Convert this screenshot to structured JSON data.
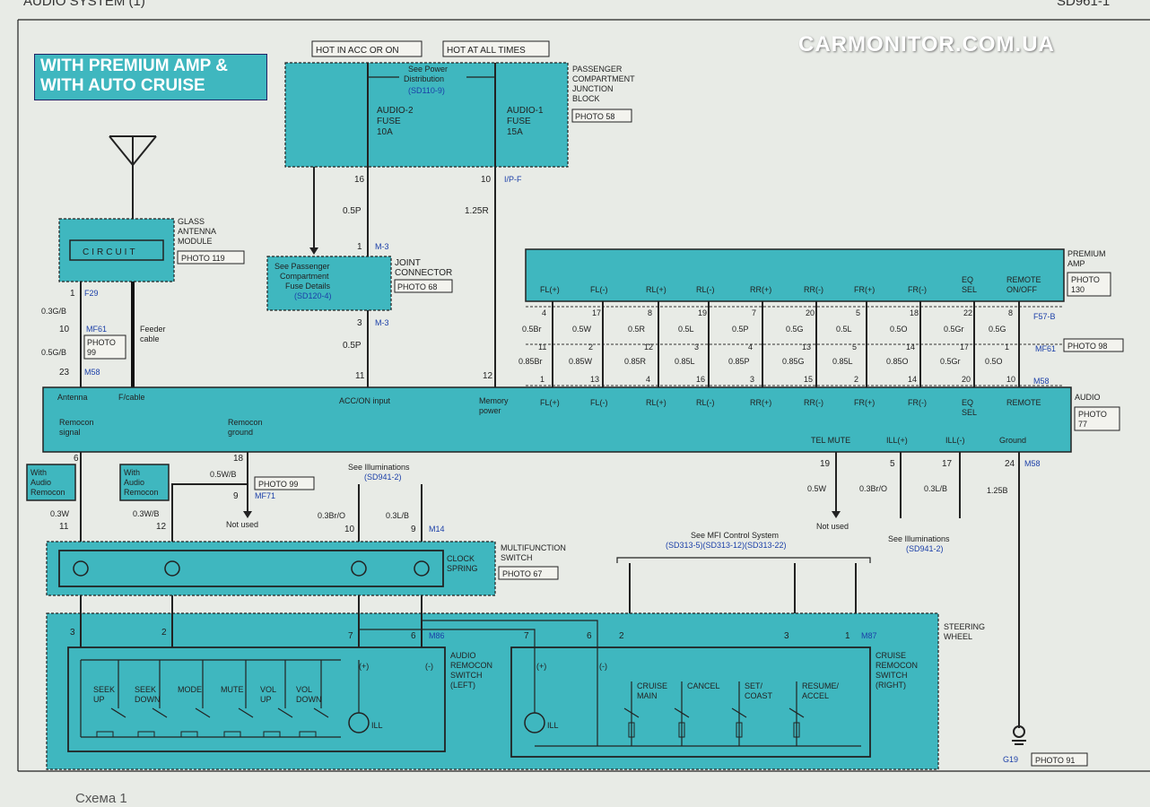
{
  "header": {
    "title": "AUDIO SYSTEM (1)",
    "code": "SD961-1"
  },
  "watermark": "CARMONITOR.COM.UA",
  "caption": "Схема 1",
  "banner": {
    "line1": "WITH PREMIUM AMP &",
    "line2": "WITH AUTO CRUISE"
  },
  "top": {
    "hot_acc": "HOT IN ACC OR ON",
    "hot_all": "HOT AT ALL TIMES",
    "see_power": "See Power",
    "distribution": "Distribution",
    "sd110": "(SD110-9)",
    "fuse2": [
      "AUDIO-2",
      "FUSE",
      "10A"
    ],
    "fuse1": [
      "AUDIO-1",
      "FUSE",
      "15A"
    ],
    "pjb": [
      "PASSENGER",
      "COMPARTMENT",
      "JUNCTION",
      "BLOCK"
    ],
    "photo58": "PHOTO 58"
  },
  "antenna": {
    "module": [
      "GLASS",
      "ANTENNA",
      "MODULE"
    ],
    "circuit": "CIRCUIT",
    "photo119": "PHOTO 119",
    "feeder": [
      "Feeder",
      "cable"
    ],
    "pin1": "1",
    "f29": "F29",
    "w1": "0.3G/B",
    "pin10": "10",
    "mf61": "MF61",
    "photo99": [
      "PHOTO",
      "99"
    ],
    "w2": "0.5G/B",
    "pin23": "23",
    "m58": "M58"
  },
  "joint": {
    "fuse_details": [
      "See Passenger",
      "Compartment",
      "Fuse Details",
      "(SD120-4)"
    ],
    "name": [
      "JOINT",
      "CONNECTOR"
    ],
    "photo68": "PHOTO 68",
    "p16": "16",
    "w05p": "0.5P",
    "p1": "1",
    "m3": "M-3",
    "p3": "3",
    "m3b": "M-3",
    "w05p2": "0.5P",
    "p11": "11",
    "p10": "10",
    "ipf": "I/P-F",
    "w125r": "1.25R",
    "p12": "12"
  },
  "amp": {
    "name": [
      "PREMIUM",
      "AMP"
    ],
    "photo": [
      "PHOTO",
      "130"
    ],
    "channels": [
      {
        "label": "FL(+)",
        "pin_top": "4",
        "wire1": "0.5Br",
        "pin_mid": "11",
        "wire2": "0.85Br",
        "pin_bot": "1"
      },
      {
        "label": "FL(-)",
        "pin_top": "17",
        "wire1": "0.5W",
        "pin_mid": "2",
        "wire2": "0.85W",
        "pin_bot": "13"
      },
      {
        "label": "RL(+)",
        "pin_top": "8",
        "wire1": "0.5R",
        "pin_mid": "12",
        "wire2": "0.85R",
        "pin_bot": "4"
      },
      {
        "label": "RL(-)",
        "pin_top": "19",
        "wire1": "0.5L",
        "pin_mid": "3",
        "wire2": "0.85L",
        "pin_bot": "16"
      },
      {
        "label": "RR(+)",
        "pin_top": "7",
        "wire1": "0.5P",
        "pin_mid": "4",
        "wire2": "0.85P",
        "pin_bot": "3"
      },
      {
        "label": "RR(-)",
        "pin_top": "20",
        "wire1": "0.5G",
        "pin_mid": "13",
        "wire2": "0.85G",
        "pin_bot": "15"
      },
      {
        "label": "FR(+)",
        "pin_top": "5",
        "wire1": "0.5L",
        "pin_mid": "5",
        "wire2": "0.85L",
        "pin_bot": "2"
      },
      {
        "label": "FR(-)",
        "pin_top": "18",
        "wire1": "0.5O",
        "pin_mid": "14",
        "wire2": "0.85O",
        "pin_bot": "14"
      },
      {
        "label": "EQ SEL",
        "pin_top": "22",
        "wire1": "0.5Gr",
        "pin_mid": "17",
        "wire2": "0.5Gr",
        "pin_bot": "20"
      },
      {
        "label": "REMOTE ON/OFF",
        "pin_top": "8",
        "wire1": "0.5G",
        "pin_mid": "1",
        "wire2": "0.5O",
        "pin_bot": "10"
      }
    ],
    "f57b": "F57-B",
    "mf61": "MF61",
    "photo98": "PHOTO 98",
    "m58": "M58"
  },
  "audio": {
    "name": "AUDIO",
    "photo": [
      "PHOTO",
      "77"
    ],
    "labels": [
      "Antenna",
      "F/cable",
      "ACC/ON input",
      "Memory",
      "power"
    ],
    "remocon_signal": [
      "Remocon",
      "signal"
    ],
    "remocon_ground": [
      "Remocon",
      "ground"
    ],
    "out_labels": [
      "FL(+)",
      "FL(-)",
      "RL(+)",
      "RL(-)",
      "RR(+)",
      "RR(-)",
      "FR(+)",
      "FR(-)",
      "EQ SEL",
      "REMOTE"
    ],
    "tel_mute": "TEL MUTE",
    "ill_plus": "ILL(+)",
    "ill_minus": "ILL(-)",
    "ground": "Ground"
  },
  "lower": {
    "with_audio1": [
      "With",
      "Audio",
      "Remocon"
    ],
    "with_audio2": [
      "With",
      "Audio",
      "Remocon"
    ],
    "p6": "6",
    "w03w": "0.3W",
    "p11": "11",
    "w03wb": "0.3W/B",
    "p12": "12",
    "p18": "18",
    "w05wb": "0.5W/B",
    "photo99": "PHOTO 99",
    "p9": "9",
    "mf71": "MF71",
    "not_used": "Not used",
    "see_ill": "See Illuminations",
    "sd941": "(SD941-2)",
    "w03br": "0.3Br/O",
    "p10": "10",
    "w03lb": "0.3L/B",
    "p9b": "9",
    "m14": "M14",
    "p19": "19",
    "w05w": "0.5W",
    "not_used2": "Not used",
    "p5": "5",
    "w03bro": "0.3Br/O",
    "p17": "17",
    "w03lb2": "0.3L/B",
    "see_ill2": "See Illuminations",
    "sd941b": "(SD941-2)",
    "p24": "24",
    "m58": "M58",
    "w125b": "1.25B",
    "see_mfi": "See MFI Control System",
    "sd313": "(SD313-5)(SD313-12)(SD313-22)",
    "mfs": [
      "MULTIFUNCTION",
      "SWITCH"
    ],
    "photo67": "PHOTO 67",
    "clock": [
      "CLOCK",
      "SPRING"
    ],
    "steering": [
      "STEERING",
      "WHEEL"
    ],
    "pins_left": [
      "3",
      "2",
      "7",
      "6"
    ],
    "m86": "M86",
    "pins_right": [
      "7",
      "6",
      "2",
      "3",
      "1"
    ],
    "m87": "M87",
    "plus": "(+)",
    "minus": "(-)",
    "left_switch": [
      "AUDIO",
      "REMOCON",
      "SWITCH",
      "(LEFT)"
    ],
    "right_switch": [
      "CRUISE",
      "REMOCON",
      "SWITCH",
      "(RIGHT)"
    ],
    "buttons_left": [
      "SEEK",
      "UP",
      "SEEK",
      "DOWN",
      "MODE",
      "MUTE",
      "VOL",
      "UP",
      "VOL",
      "DOWN"
    ],
    "ill": "ILL",
    "ill2": "ILL",
    "buttons_right": [
      "CRUISE",
      "MAIN",
      "CANCEL",
      "SET/",
      "COAST",
      "RESUME/",
      "ACCEL"
    ],
    "g19": "G19",
    "photo91": "PHOTO 91"
  }
}
